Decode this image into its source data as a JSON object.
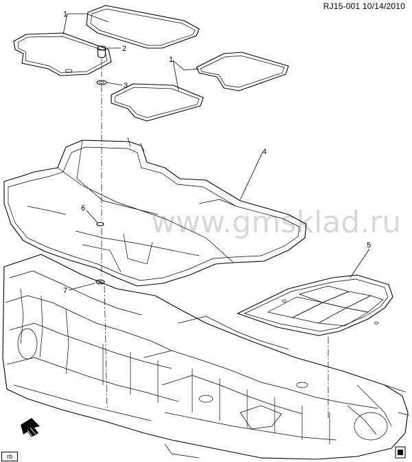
{
  "header": {
    "reference": "RJ15-001 10/14/2010"
  },
  "watermark": "www.gmsklad.ru",
  "callouts": [
    "1",
    "2",
    "3",
    "1",
    "4",
    "6",
    "7",
    "5"
  ],
  "corner_tag": "rb"
}
